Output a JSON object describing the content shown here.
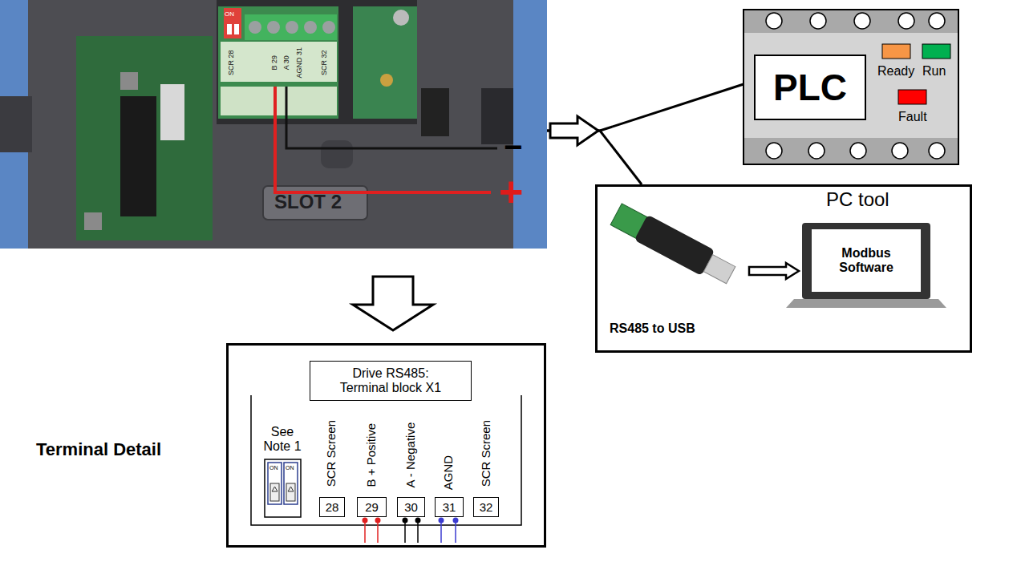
{
  "diagram": {
    "nodes": [
      {
        "text": [
          "SLOT 2"
        ]
      },
      {
        "text": [
          "Ready",
          "Run",
          "Fault"
        ]
      },
      {
        "text": [
          "PLC"
        ],
        "in": 1
      },
      {
        "text": [
          "PC tool"
        ]
      },
      {
        "text": [
          "RS485 to USB"
        ],
        "in": 3
      },
      {
        "text": [
          "Modbus Software"
        ],
        "in": 3
      },
      {
        "text": [
          "Terminal Detail"
        ]
      },
      {
        "text": [
          "Drive RS485: Terminal block X1"
        ],
        "in": 6
      },
      {
        "text": [
          "28"
        ],
        "in": 6
      },
      {
        "text": [
          "29"
        ],
        "in": 6
      },
      {
        "text": [
          "30"
        ],
        "in": 6
      },
      {
        "text": [
          "31"
        ],
        "in": 6
      },
      {
        "text": [
          "32"
        ],
        "in": 6
      }
    ],
    "edges": [
      {
        "from": 0,
        "to": 1,
        "arrow": "none"
      },
      {
        "from": 0,
        "to": 3,
        "arrow": "none"
      },
      {
        "from": 0,
        "to": 6,
        "arrow": "to"
      },
      {
        "from": 4,
        "to": 5,
        "arrow": "to"
      }
    ],
    "labels": [
      "ON",
      "SCR 28",
      "B 29",
      "A 30",
      "AGND 31",
      "SCR 32",
      "−",
      "+",
      "See Note 1",
      "ON",
      "ON",
      "SCR Screen",
      "B + Positive",
      "A - Negative",
      "AGND",
      "SCR Screen"
    ]
  }
}
